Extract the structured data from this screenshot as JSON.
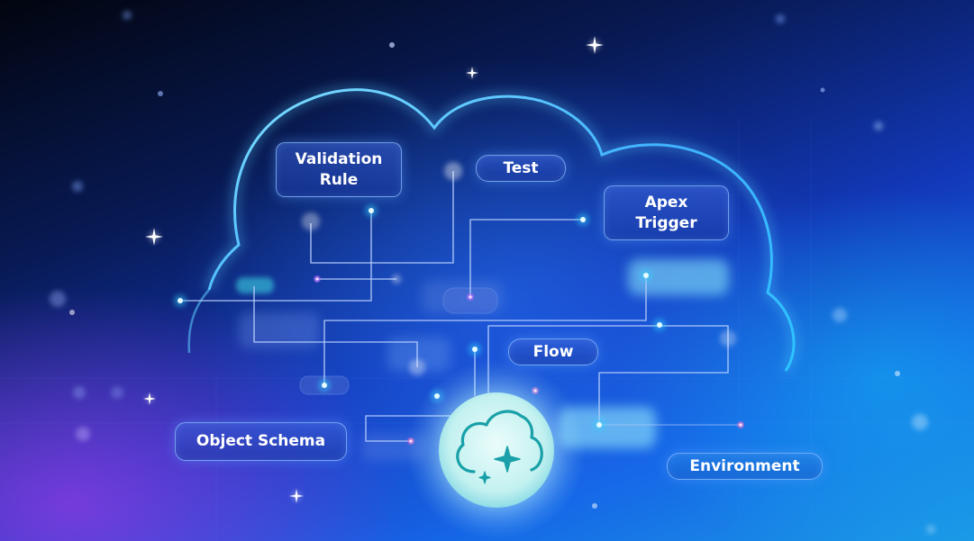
{
  "diagram": {
    "nodes": {
      "validation_rule": "Validation\nRule",
      "test": "Test",
      "apex_trigger": "Apex\nTrigger",
      "flow": "Flow",
      "object_schema": "Object Schema",
      "environment": "Environment"
    },
    "hub_icon": "cloud-sparkle-icon",
    "colors": {
      "cloud_outline": "#4fc3ff",
      "connector": "#a9c8ff",
      "node_dot": "#35d7ff",
      "hub_fill": "#c8f3f3",
      "hub_icon": "#19a0a8",
      "label_border": "#8cbeff"
    }
  }
}
